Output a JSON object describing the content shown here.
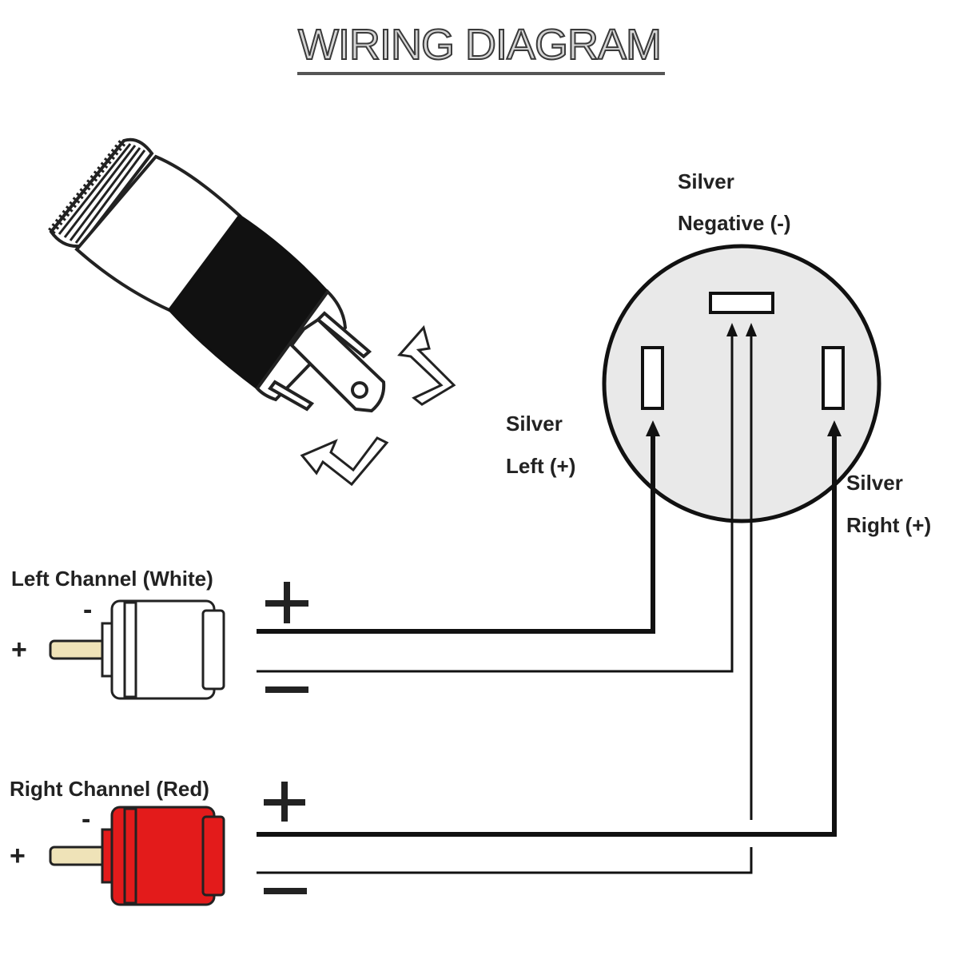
{
  "title": "WIRING DIAGRAM",
  "terminals": {
    "negative": {
      "line1": "Silver",
      "line2": "Negative (-)"
    },
    "left": {
      "line1": "Silver",
      "line2": "Left (+)"
    },
    "right": {
      "line1": "Silver",
      "line2": "Right (+)"
    }
  },
  "channels": {
    "left": {
      "label": "Left Channel (White)",
      "minus": "-",
      "plus": "+"
    },
    "right": {
      "label": "Right Channel (Red)",
      "minus": "-",
      "plus": "+"
    }
  },
  "colors": {
    "left_plug": "#ffffff",
    "right_plug": "#e31b1b",
    "pin": "#efe3b8",
    "wire": "#1a1a1a"
  }
}
